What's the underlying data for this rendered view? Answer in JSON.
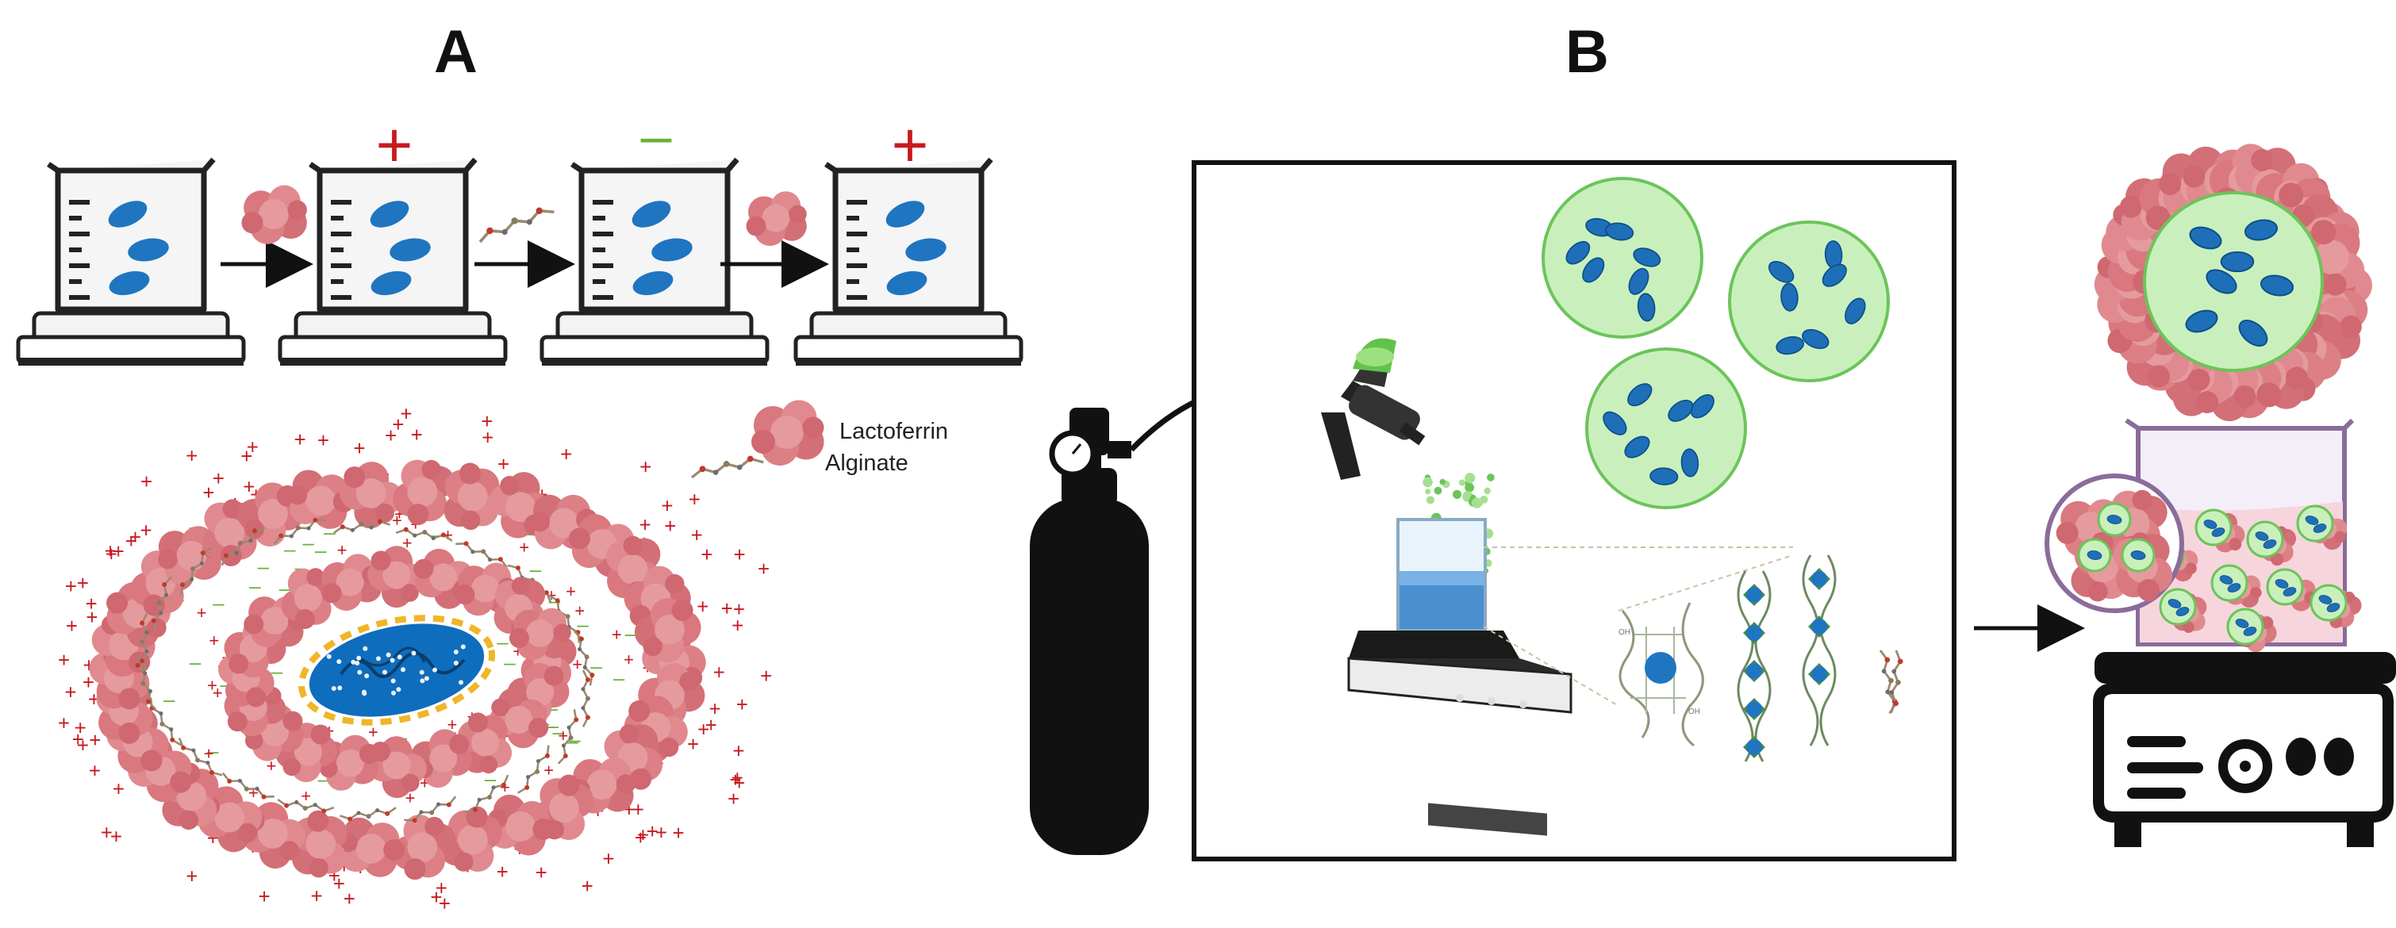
{
  "panels": {
    "a": {
      "label": "A"
    },
    "b": {
      "label": "B"
    }
  },
  "legend": {
    "lactoferrin": "Lactoferrin",
    "alginate": "Alginate"
  },
  "charges": {
    "positive": "+",
    "negative": "–"
  },
  "colors": {
    "bacteria": "#1f75c0",
    "lactoferrin": "#d9787e",
    "alginate": "#9a8a70",
    "positive_charge": "#c8191e",
    "negative_charge": "#67b23a",
    "capsule_fill": "#c9f0bc",
    "capsule_edge": "#6cc45a",
    "beaker_frame": "#8a6c9a"
  }
}
